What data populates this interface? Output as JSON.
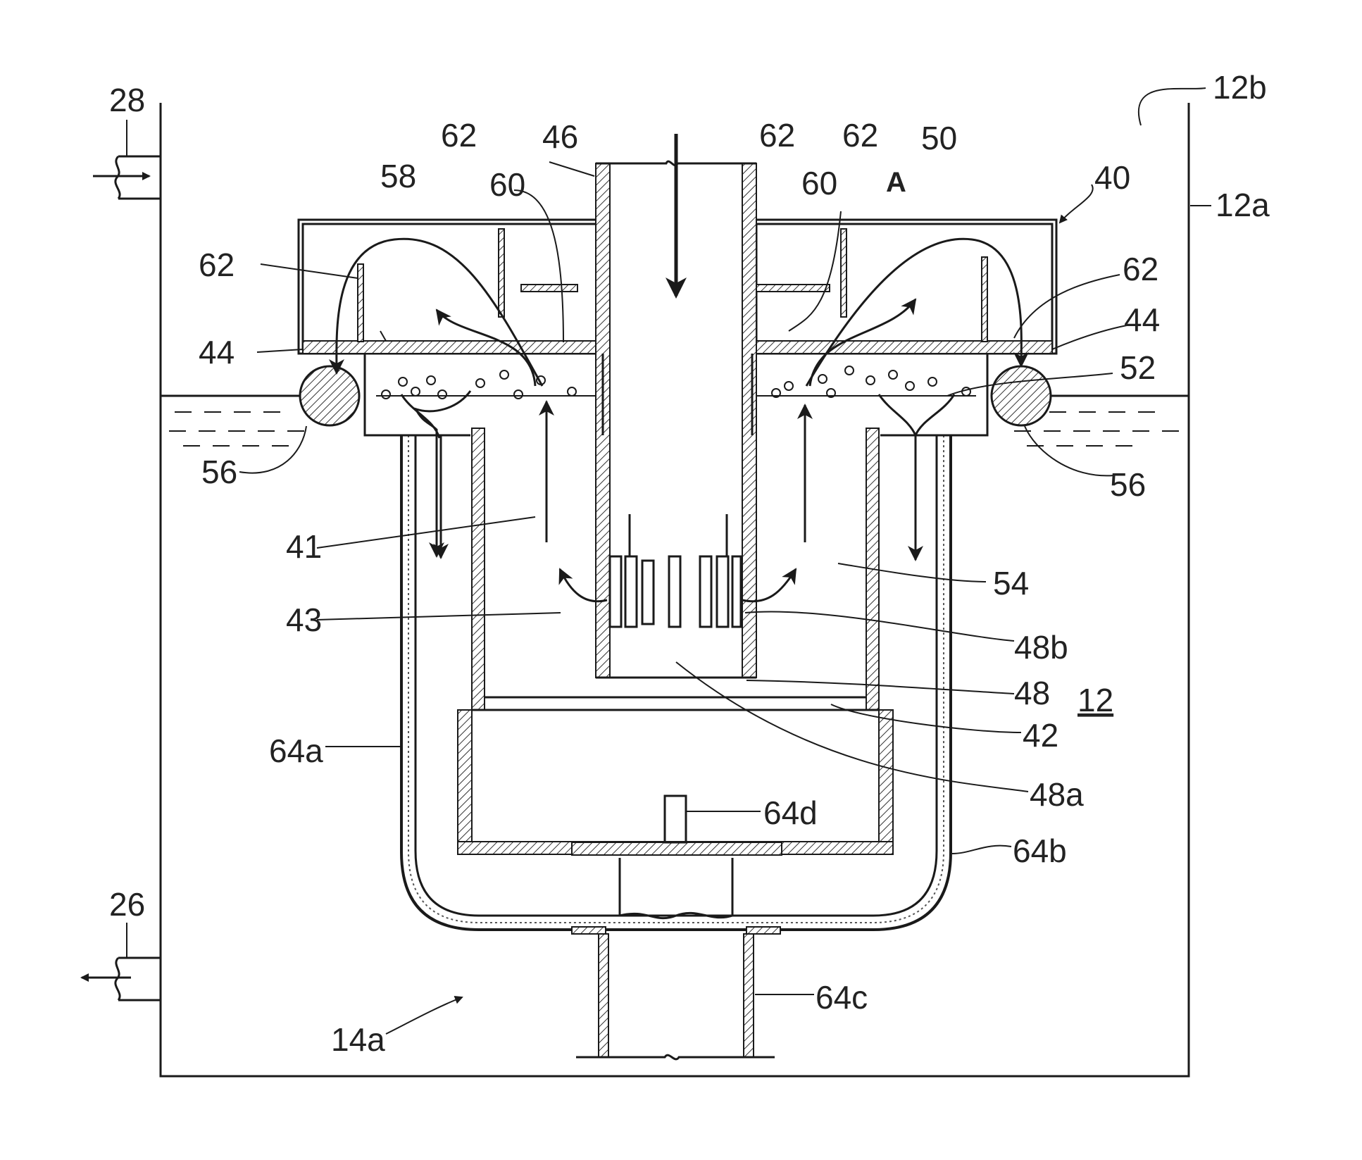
{
  "labels": {
    "r28": "28",
    "r26": "26",
    "r12b": "12b",
    "r12a": "12a",
    "r12": "12",
    "r14a": "14a",
    "r40": "40",
    "rA": "A",
    "r46": "46",
    "r50": "50",
    "r58": "58",
    "r60l": "60",
    "r60r": "60",
    "r62a": "62",
    "r62b": "62",
    "r62c": "62",
    "r62d": "62",
    "r62e": "62",
    "r44l": "44",
    "r44r": "44",
    "r52": "52",
    "r56l": "56",
    "r56r": "56",
    "r41": "41",
    "r43": "43",
    "r54": "54",
    "r48b": "48b",
    "r48": "48",
    "r42": "42",
    "r48a": "48a",
    "r64a": "64a",
    "r64b": "64b",
    "r64c": "64c",
    "r64d": "64d"
  }
}
